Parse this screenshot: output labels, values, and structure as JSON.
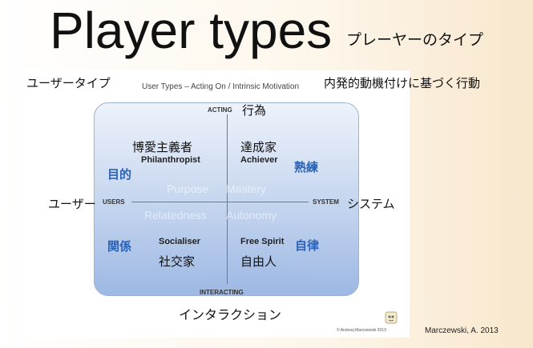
{
  "title": "Player types",
  "title_jp": "プレーヤーのタイプ",
  "user_type_jp": "ユーザータイプ",
  "caption": "User Types – Acting On / Intrinsic Motivation",
  "intrinsic_jp": "内発的動機付けに基づく行動",
  "axes": {
    "top_en": "ACTING",
    "top_jp": "行為",
    "bottom_en": "INTERACTING",
    "bottom_jp": "インタラクション",
    "left_en": "USERS",
    "left_jp": "ユーザー",
    "right_en": "SYSTEM",
    "right_jp": "システム"
  },
  "quadrants": {
    "philanthropist": {
      "jp": "博愛主義者",
      "en": "Philanthropist",
      "motivation_jp": "目的"
    },
    "achiever": {
      "jp": "達成家",
      "en": "Achiever",
      "motivation_jp": "熟練"
    },
    "socialiser": {
      "jp": "社交家",
      "en": "Socialiser",
      "motivation_jp": "関係"
    },
    "free_spirit": {
      "jp": "自由人",
      "en": "Free Spirit",
      "motivation_jp": "自律"
    }
  },
  "motivations_en": {
    "purpose": "Purpose",
    "mastery": "Mastery",
    "relatedness": "Relatedness",
    "autonomy": "Autonomy"
  },
  "copyright": "© Andrzej Marczewski 2013",
  "credit": "Marczewski, A. 2013",
  "colors": {
    "quadrant_top": "#eef3fb",
    "quadrant_bottom": "#9db8e3",
    "blue_text": "#2a63b8"
  }
}
